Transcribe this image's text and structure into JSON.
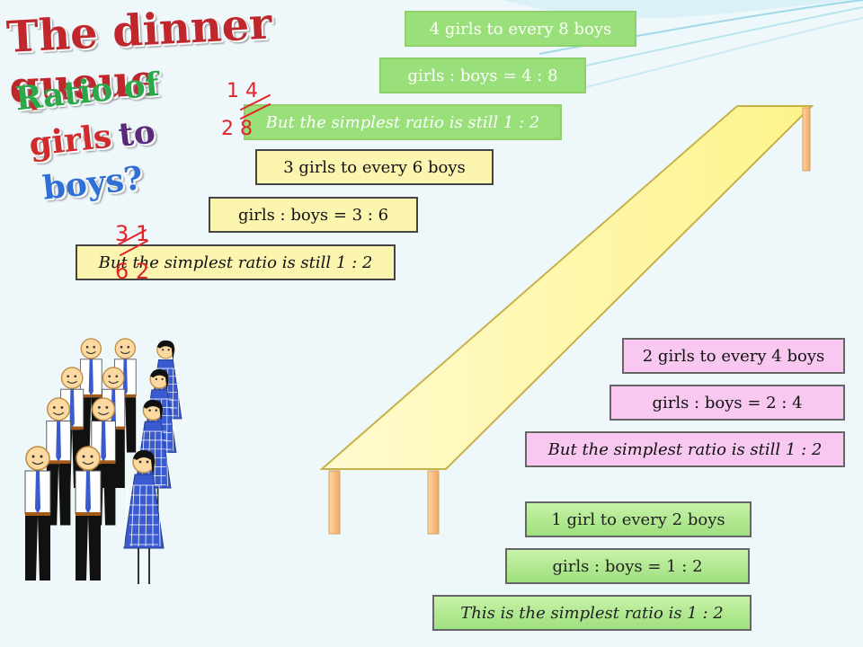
{
  "title": "The dinner queue",
  "question": {
    "line1": "Ratio of",
    "girls": "girls",
    "to": "to",
    "boys": "boys?"
  },
  "groups": [
    {
      "statement": "4 girls to every 8 boys",
      "ratio": "girls : boys = 4 : 8",
      "simplest": "But the simplest ratio is still 1 : 2",
      "annot_top": "1 4",
      "annot_bottom": "2 8"
    },
    {
      "statement": "3 girls to every 6 boys",
      "ratio": "girls : boys = 3 : 6",
      "simplest": "But the simplest ratio is still 1 : 2",
      "annot_top": "3 1",
      "annot_bottom": "6 2"
    },
    {
      "statement": "2 girls to every 4 boys",
      "ratio": "girls : boys = 2 : 4",
      "simplest": "But the simplest ratio is still 1 : 2"
    },
    {
      "statement": "1 girl to every 2 boys",
      "ratio": "girls : boys = 1 : 2",
      "simplest": "This is the simplest ratio is 1 : 2"
    }
  ],
  "colors": {
    "title_red": "#c0272d",
    "boys_blue": "#2f6fd6",
    "girls_red": "#d02a2a",
    "annotation_red": "#e0252a",
    "table_yellow": "#fdfac0",
    "leg_orange": "#f6b872"
  }
}
